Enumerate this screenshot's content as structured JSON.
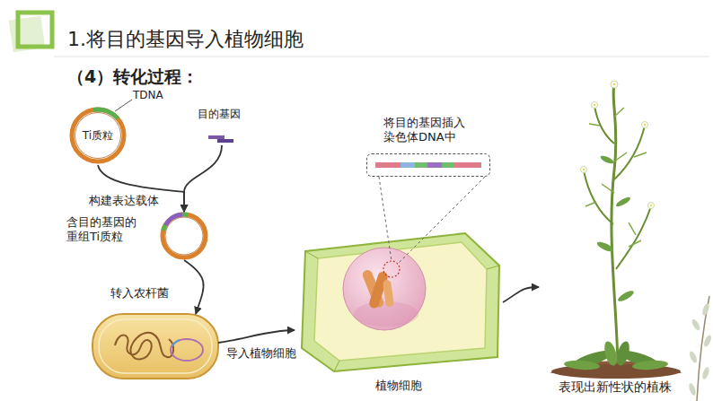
{
  "diagram": {
    "title": "1.将目的基因导入植物细胞",
    "nodes": [
      {
        "text": [
          "TDNA",
          "Ti质粒"
        ]
      },
      {
        "text": [
          "目的基因"
        ]
      },
      {
        "text": [
          "含目的基因的重组Ti质粒"
        ]
      },
      {
        "text": [
          "转入农杆菌"
        ]
      },
      {
        "text": [
          "植物细胞"
        ]
      },
      {
        "text": [
          "将目的基因插入染色体DNA中"
        ]
      },
      {
        "text": [
          "表现出新性状的植株"
        ]
      }
    ],
    "edges": [
      {
        "from": 0,
        "to": 2,
        "arrow": "to",
        "label": "构建表达载体"
      },
      {
        "from": 1,
        "to": 2,
        "arrow": "to"
      },
      {
        "from": 2,
        "to": 3,
        "arrow": "to"
      },
      {
        "from": 3,
        "to": 4,
        "arrow": "to",
        "label": "导入植物细胞"
      },
      {
        "from": 5,
        "to": 4,
        "arrow": "none"
      },
      {
        "from": 4,
        "to": 6,
        "arrow": "to"
      }
    ],
    "labels": [
      "（4）转化过程："
    ]
  }
}
